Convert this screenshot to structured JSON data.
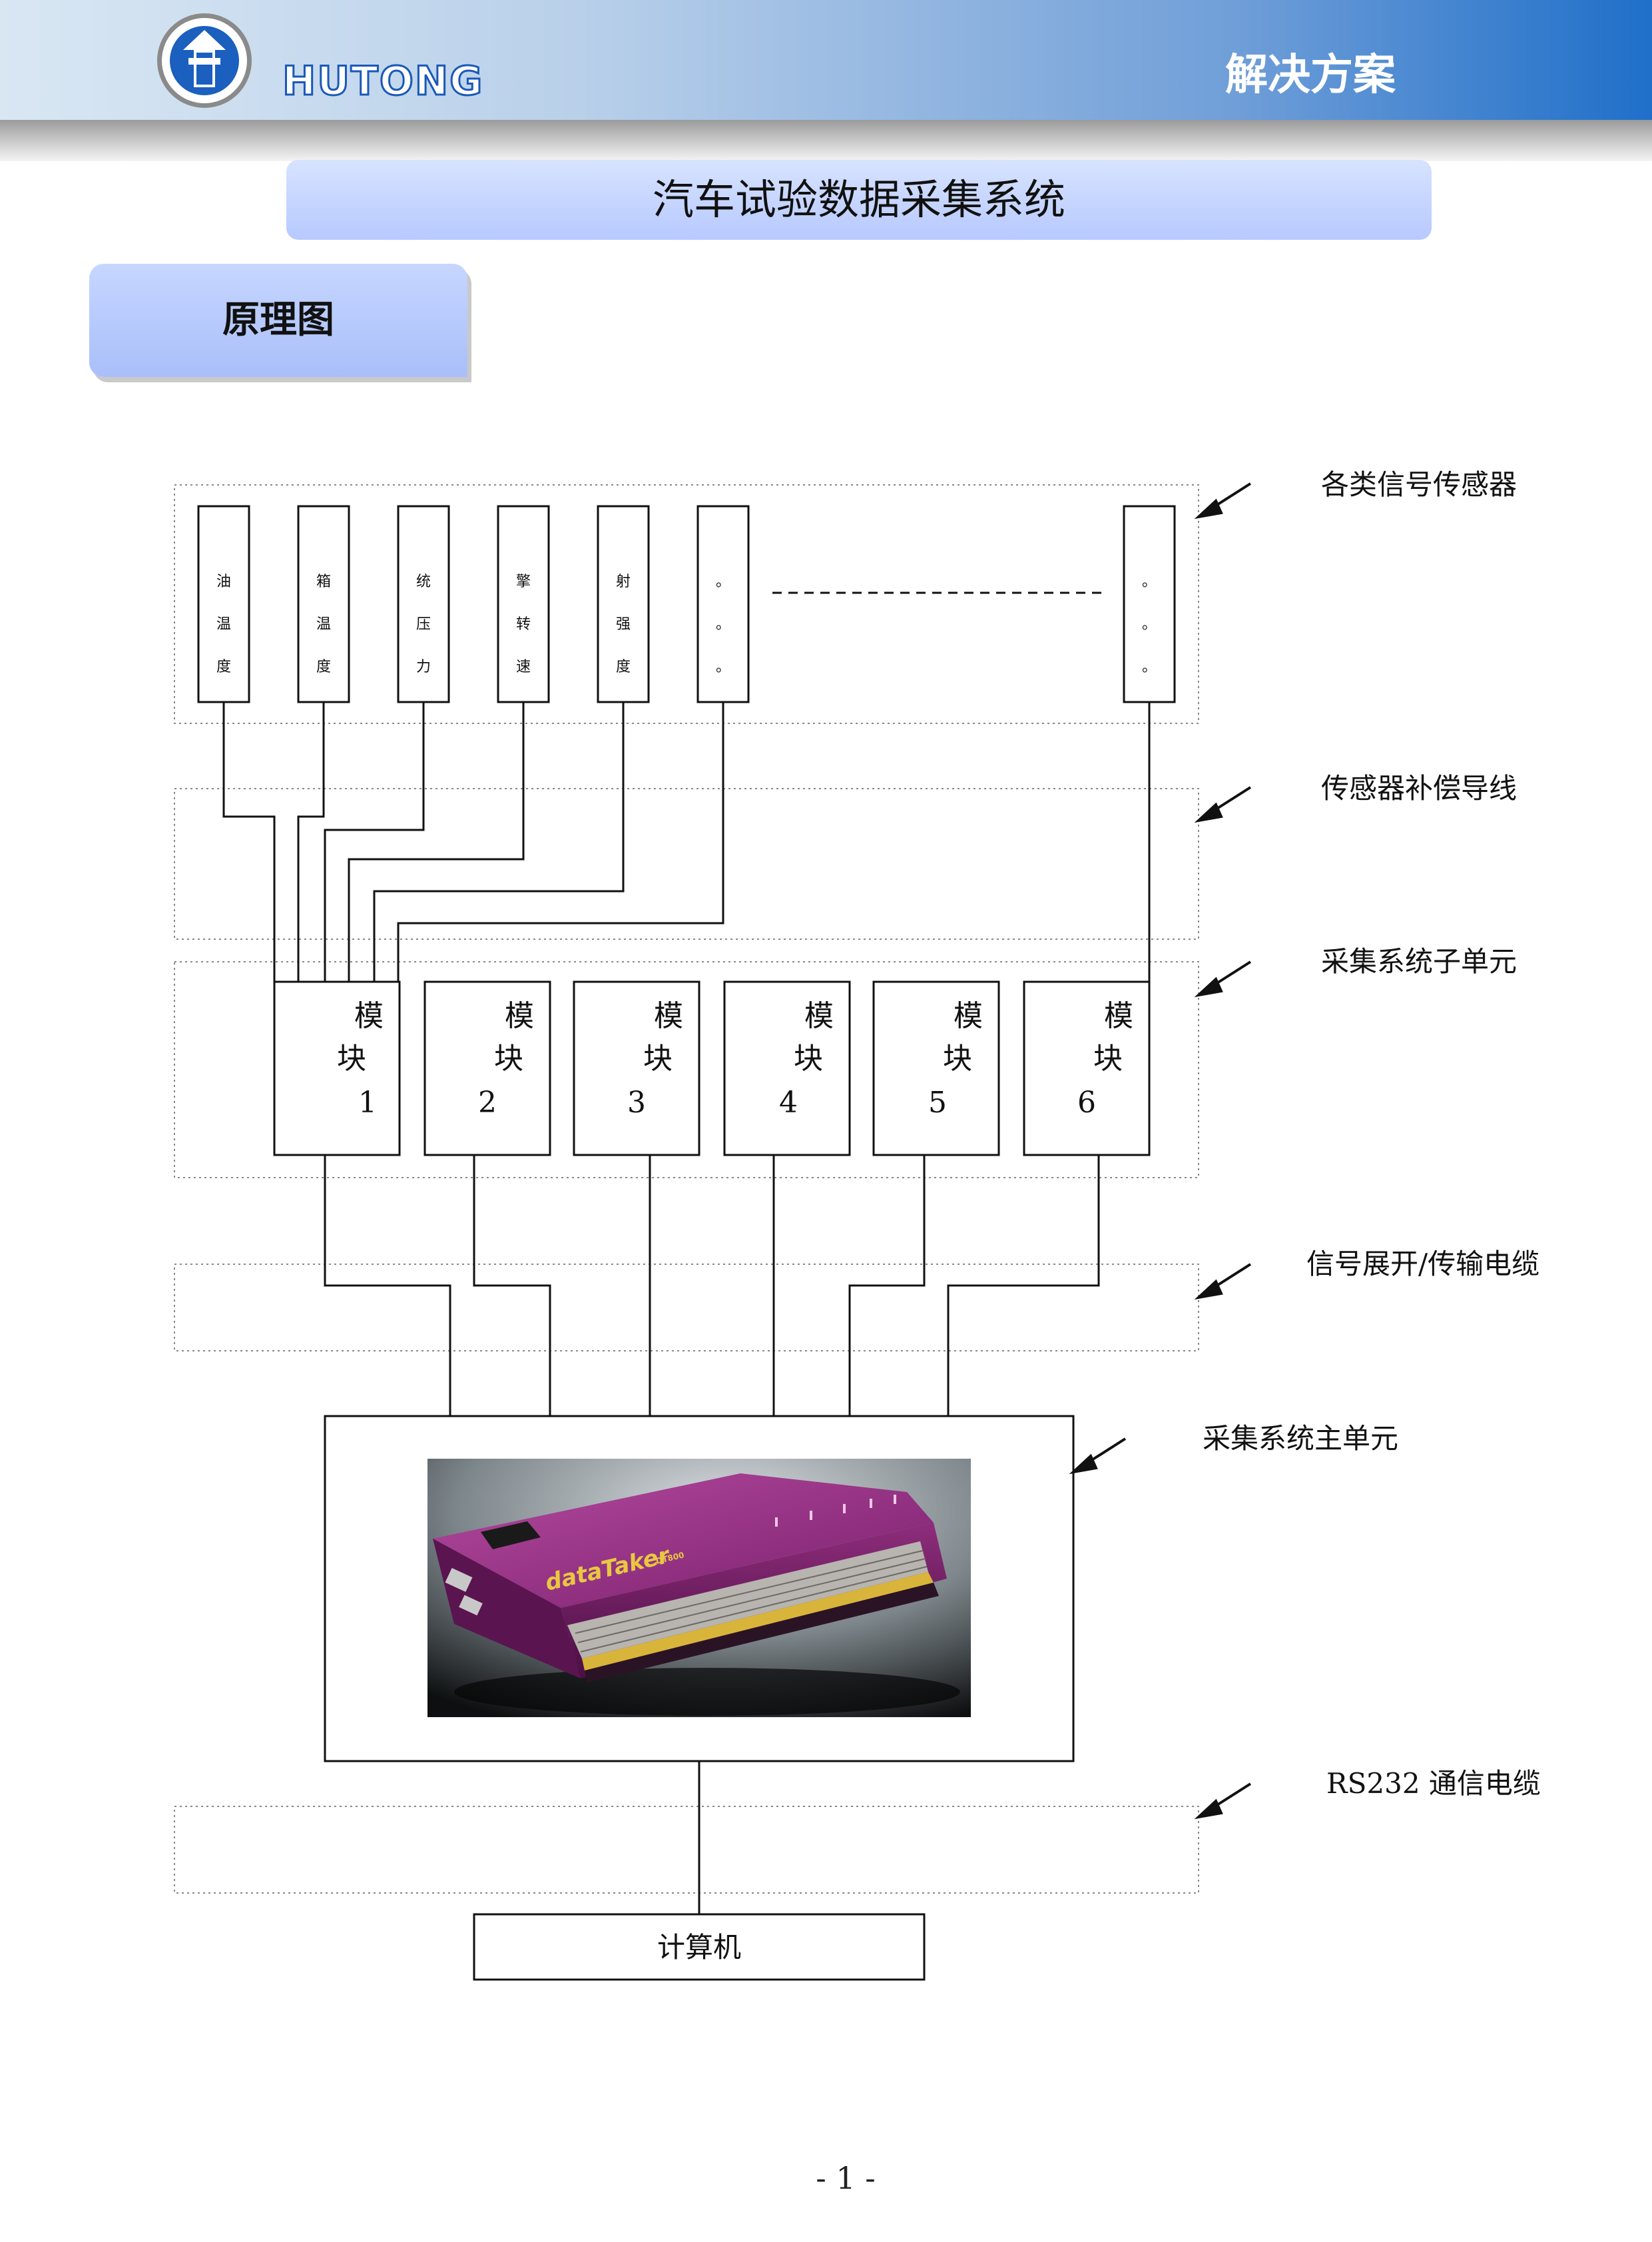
{
  "header": {
    "logo_text": "HUTONG",
    "section": "解决方案"
  },
  "page_title": "汽车试验数据采集系统",
  "section_tab": "原理图",
  "diagram": {
    "sensors": [
      [
        "油",
        "温",
        "度"
      ],
      [
        "箱",
        "温",
        "度"
      ],
      [
        "统",
        "压",
        "力"
      ],
      [
        "擎",
        "转",
        "速"
      ],
      [
        "射",
        "强",
        "度"
      ],
      [
        "。",
        "。",
        "。"
      ],
      [
        "。",
        "。",
        "。"
      ]
    ],
    "modules": [
      {
        "l1": "模",
        "l2": "块",
        "num": "1"
      },
      {
        "l1": "模",
        "l2": "块",
        "num": "2"
      },
      {
        "l1": "模",
        "l2": "块",
        "num": "3"
      },
      {
        "l1": "模",
        "l2": "块",
        "num": "4"
      },
      {
        "l1": "模",
        "l2": "块",
        "num": "5"
      },
      {
        "l1": "模",
        "l2": "块",
        "num": "6"
      }
    ],
    "layer_labels": [
      "各类信号传感器",
      "传感器补偿导线",
      "采集系统子单元",
      "信号展开/传输电缆",
      "采集系统主单元",
      "RS232 通信电缆"
    ],
    "computer": "计算机",
    "device_brand": "dataTaker",
    "device_model": "DT800"
  },
  "page_number": "- 1 -"
}
